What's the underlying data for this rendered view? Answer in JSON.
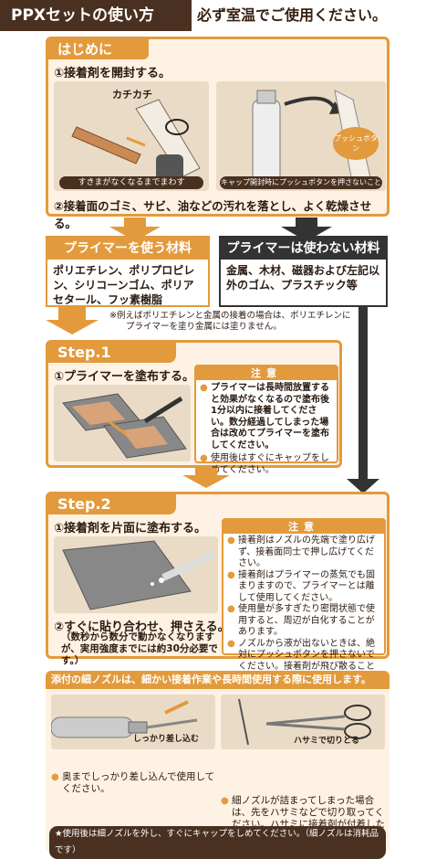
{
  "header": {
    "title": "PPXセットの使い方",
    "subtitle": "必ず室温でご使用ください。"
  },
  "intro": {
    "title": "はじめに",
    "step1": "①接着剤を開封する。",
    "kachikachi": "カチカチ",
    "caption_left": "すきまがなくなるまでまわす",
    "push_button": "プッシュボタン",
    "caption_right": "キャップ開封時にプッシュボタンを押さないこと",
    "step2": "②接着面のゴミ、サビ、油などの汚れを落とし、よく乾燥させる。"
  },
  "materials": {
    "primer_title": "プライマーを使う材料",
    "primer_body": "ポリエチレン、ポリプロピレン、シリコーンゴム、ポリアセタール、フッ素樹脂",
    "no_primer_title": "プライマーは使わない材料",
    "no_primer_body": "金属、木材、磁器および左記以外のゴム、プラスチック等",
    "footnote_line1": "※例えばポリエチレンと金属の接着の場合は、ポリエチレンに",
    "footnote_line2": "プライマーを塗り金属には塗りません。"
  },
  "step1": {
    "title": "Step.1",
    "instruction": "①プライマーを塗布する。",
    "note_title": "注意",
    "note1": "プライマーは長時間放置すると効果がなくなるので塗布後1分以内に接着してください。数分経過してしまった場合は改めてプライマーを塗布してください。",
    "note2": "使用後はすぐにキャップをしめてください。"
  },
  "step2": {
    "title": "Step.2",
    "instruction1": "①接着剤を片面に塗布する。",
    "instruction2": "②すぐに貼り合わせ、押さえる。",
    "instruction2_sub": "（数秒から数分で動かなくなりますが、実用強度までには約30分必要です。）",
    "note_title": "注意",
    "notes": [
      "接着剤はノズルの先端で塗り広げず、接着面同士で押し広げてください。",
      "接着剤はプライマーの蒸気でも固まりますので、プライマーとは離して使用してください。",
      "使用量が多すぎたり密閉状態で使用すると、周辺が白化することがあります。",
      "ノズルから液が出ないときは、絶対にプッシュボタンを押さないでください。接着剤が飛び散ることがあり危険です。"
    ]
  },
  "nozzle": {
    "title": "添付の細ノズルは、細かい接着作業や長時間使用する際に使用します。",
    "label_insert": "しっかり差し込む",
    "label_scissors": "ハサミで切りとる",
    "left_note": "奥までしっかり差し込んで使用してください。",
    "right_note": "細ノズルが詰まってしまった場合は、先をハサミなどで切り取ってください。ハサミに接着剤が付着した場合は、瞬間接着剤はがしなどで取り除いてください。",
    "footer": "★使用後は細ノズルを外し、すぐにキャップをしめてください。（細ノズルは消耗品です）"
  },
  "colors": {
    "accent": "#e39a3c",
    "dark": "#4a3020",
    "panel": "#fdf2e3"
  }
}
